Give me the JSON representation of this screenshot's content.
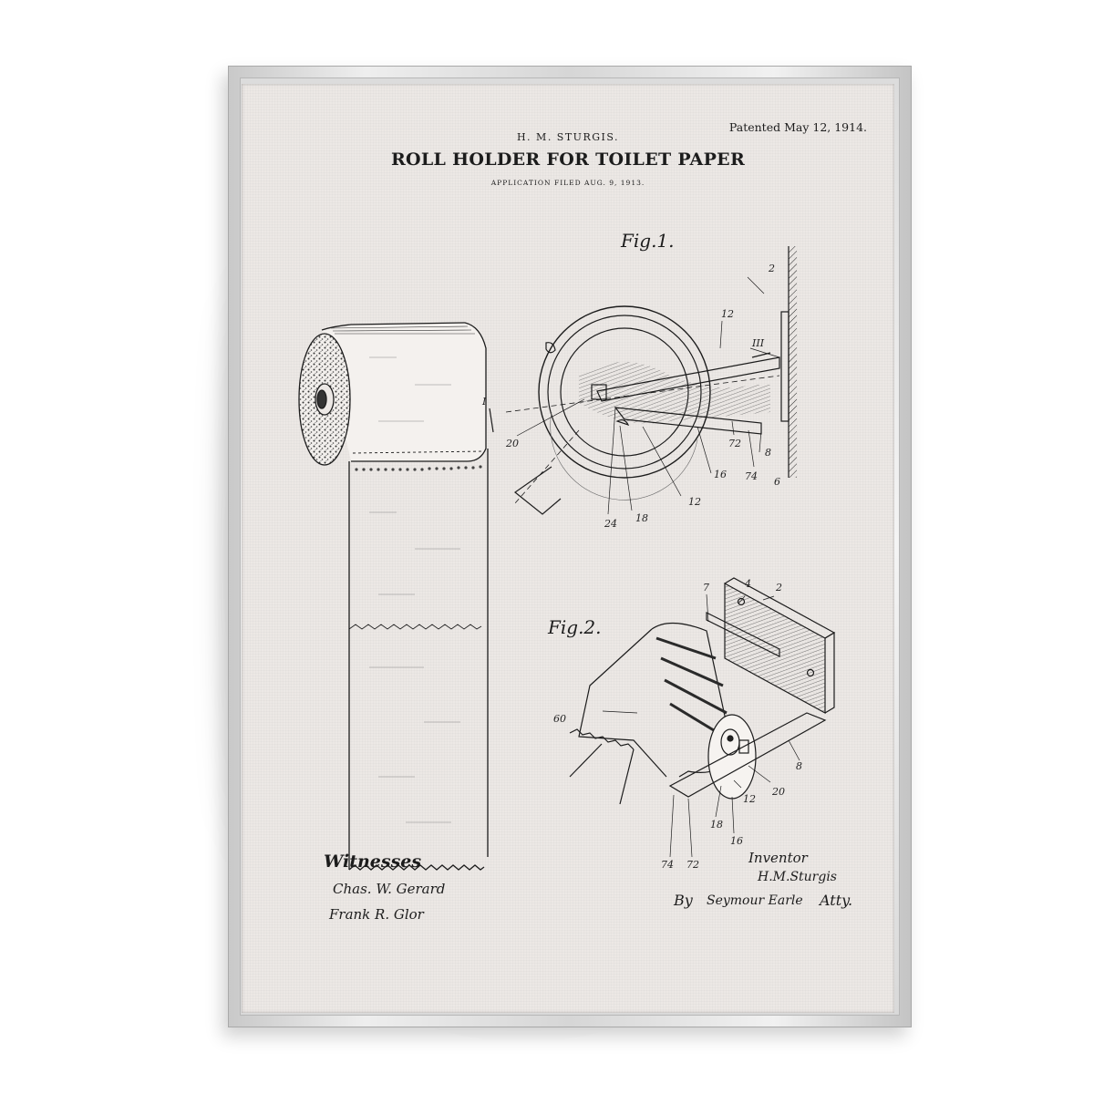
{
  "patent": {
    "inventor_header": "H. M. STURGIS.",
    "title": "ROLL HOLDER FOR TOILET PAPER",
    "application": "APPLICATION FILED AUG. 9, 1913.",
    "patented": "Patented May 12, 1914."
  },
  "figures": {
    "fig1_label": "Fig.1.",
    "fig2_label": "Fig.2.",
    "fig1_refs": [
      "2",
      "12",
      "III",
      "20",
      "I",
      "72",
      "8",
      "16",
      "74",
      "6",
      "12",
      "18",
      "24"
    ],
    "fig2_refs": [
      "7",
      "4",
      "2",
      "60",
      "8",
      "20",
      "12",
      "18",
      "16",
      "74",
      "72"
    ]
  },
  "signatures": {
    "witnesses_label": "Witnesses",
    "witness_1": "Chas. W. Gerard",
    "witness_2": "Frank R. Glor",
    "inventor_label": "Inventor",
    "inventor_signature": "H.M.Sturgis",
    "by_label": "By",
    "attorney_signature": "Seymour Earle",
    "atty_label": "Atty."
  },
  "colors": {
    "paper": "#ece8e5",
    "frame": "#d6d6d6",
    "ink": "#1c1c1c"
  }
}
